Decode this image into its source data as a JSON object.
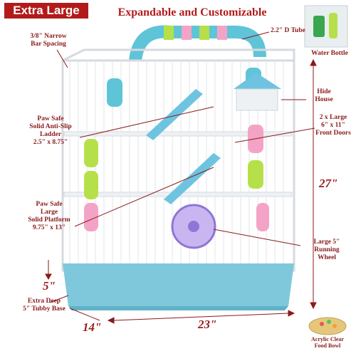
{
  "header": {
    "title": "Extra Large",
    "subtitle": "Expandable and Customizable"
  },
  "callouts": {
    "bar_spacing": [
      "3/8\" Narrow",
      "Bar Spacing"
    ],
    "ladder": [
      "Paw Safe",
      "Solid Anti-Slip",
      "Ladder",
      "2.5\" x 8.75\""
    ],
    "platform": [
      "Paw Safe",
      "Large",
      "Solid Platform",
      "9.75\" x 13\""
    ],
    "base": [
      "Extra Deep",
      "5\" Tubby Base"
    ],
    "d_tube": "2.2\" D Tube",
    "water_bottle": "Water Bottle",
    "hide_house": [
      "Hide",
      "House"
    ],
    "front_doors": [
      "2 x Large",
      "6\" x 11\"",
      "Front Doors"
    ],
    "wheel": [
      "Large 5\"",
      "Running",
      "Wheel"
    ],
    "food_bowl": [
      "Acrylic Clear",
      "Food Bowl"
    ]
  },
  "dimensions": {
    "height": "27\"",
    "width": "23\"",
    "depth": "14\"",
    "base_height": "5\""
  },
  "colors": {
    "accent_red": "#b31b1b",
    "base_blue": "#7fc8dc",
    "tube_green": "#b6e04a",
    "tube_pink": "#f3a4c6",
    "tube_blue": "#5fc4d8"
  }
}
